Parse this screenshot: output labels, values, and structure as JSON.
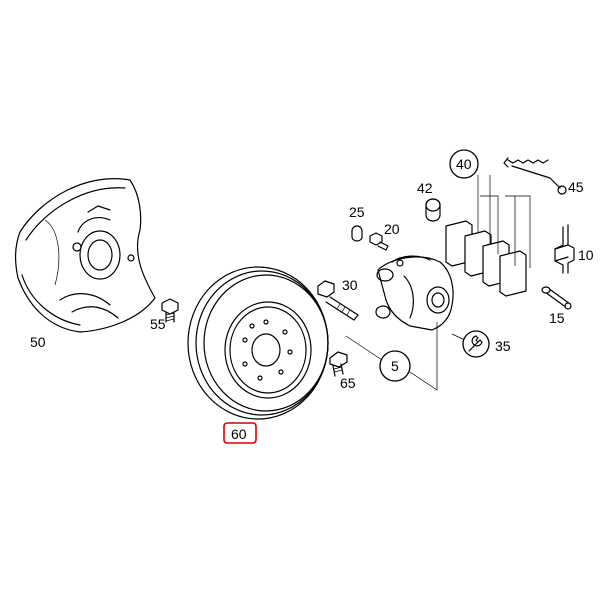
{
  "parts": {
    "p50": {
      "label": "50"
    },
    "p55": {
      "label": "55"
    },
    "p60": {
      "label": "60"
    },
    "p65": {
      "label": "65"
    },
    "p30": {
      "label": "30"
    },
    "p25": {
      "label": "25"
    },
    "p20": {
      "label": "20"
    },
    "p42": {
      "label": "42"
    },
    "p40": {
      "label": "40"
    },
    "p45": {
      "label": "45"
    },
    "p10": {
      "label": "10"
    },
    "p15": {
      "label": "15"
    },
    "p35": {
      "label": "35"
    },
    "p5": {
      "label": "5"
    }
  },
  "highlight": {
    "part": "60",
    "color": "#d40000"
  }
}
